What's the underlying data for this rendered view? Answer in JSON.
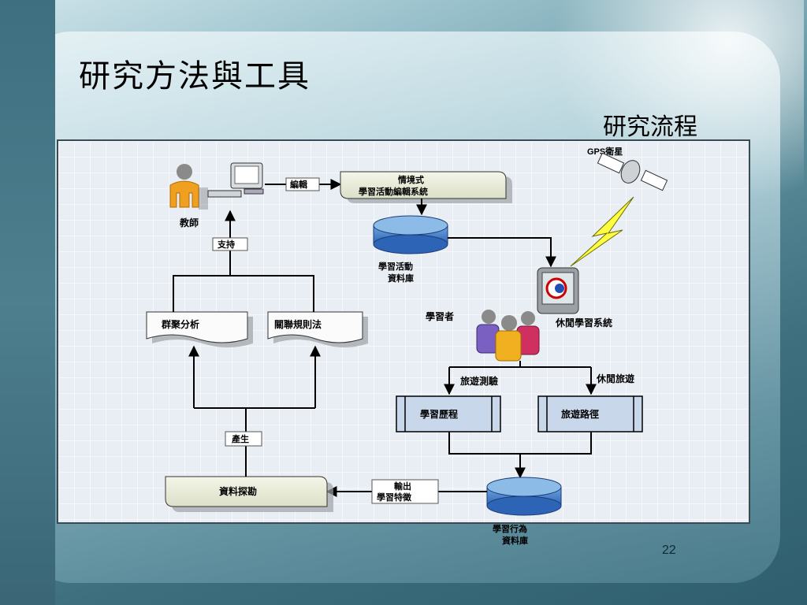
{
  "slide": {
    "title": "研究方法與工具",
    "subtitle": "研究流程",
    "page_number": "22"
  },
  "diagram": {
    "teacher": "教師",
    "edit_label": "編輯",
    "system_line1": "情境式",
    "system_line2": "學習活動編輯系統",
    "db1_line1": "學習活動",
    "db1_line2": "資料庫",
    "gps": "GPS衛星",
    "support": "支持",
    "cluster": "群聚分析",
    "assoc": "關聯規則法",
    "learner": "學習者",
    "leisure_system": "休閒學習系統",
    "travel_test": "旅遊測驗",
    "leisure_travel": "休閒旅遊",
    "portfolio": "學習歷程",
    "route": "旅遊路徑",
    "produce": "產生",
    "mining": "資料探勘",
    "output_line1": "輸出",
    "output_line2": "學習特徵",
    "db2_line1": "學習行為",
    "db2_line2": "資料庫"
  }
}
